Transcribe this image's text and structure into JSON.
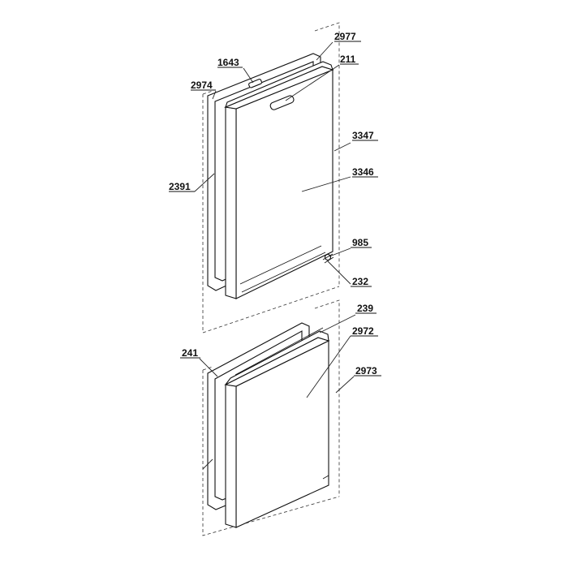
{
  "diagram": {
    "labels": {
      "p2977": "2977",
      "p1643": "1643",
      "p211": "211",
      "p2974": "2974",
      "p3347": "3347",
      "p3346": "3346",
      "p2391": "2391",
      "p985": "985",
      "p232": "232",
      "p239": "239",
      "p2972": "2972",
      "p241": "241",
      "p2973": "2973"
    }
  }
}
